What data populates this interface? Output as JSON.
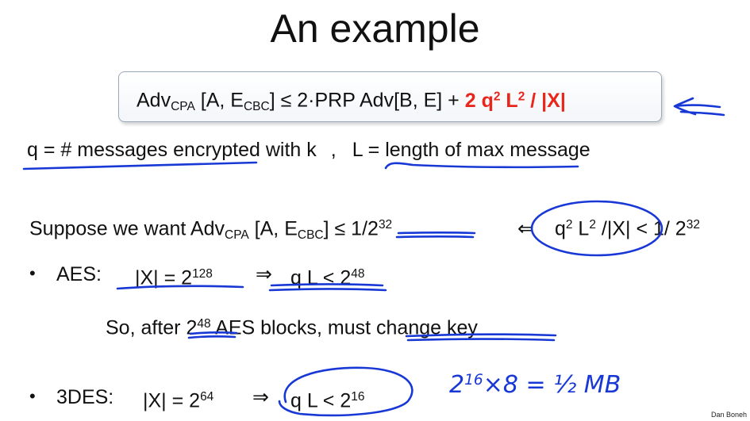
{
  "slide": {
    "title": "An example",
    "formula": {
      "adv": "Adv",
      "cpa": "CPA",
      "bracket_open": " [A, E",
      "cbc": "CBC",
      "bracket_close": "] ≤  2·PRP Adv[B, E]  +  ",
      "bound_q": "2 q",
      "exp_2a": "2",
      "bound_l": " L",
      "exp_2b": "2",
      "bound_x": " / |X|"
    },
    "definitions": {
      "q_def": "q = # messages encrypted with k",
      "sep": ",",
      "l_def": "L = length of max message"
    },
    "suppose": {
      "lead": "Suppose we want   Adv",
      "cpa": "CPA",
      "bracket_open": " [A, E",
      "cbc": "CBC",
      "bracket_close": "] ≤ ",
      "target": "1/2",
      "target_exp": "32",
      "implies": "⇐",
      "rhs_q": "q",
      "rhs_q_exp": "2",
      "rhs_l": " L",
      "rhs_l_exp": "2",
      "rhs_tail": " /|X| < 1/ 2",
      "rhs_exp": "32"
    },
    "aes": {
      "bullet": "•",
      "label": "AES:",
      "x_size": "|X| = 2",
      "x_exp": "128",
      "arrow": "⇒",
      "bound": "q L < 2",
      "bound_exp": "48"
    },
    "aes_note": {
      "text_a": "So, after ",
      "blocks": "2",
      "blocks_exp": "48",
      "text_b": " AES blocks, must change key"
    },
    "des": {
      "bullet": "•",
      "label": "3DES:",
      "x_size": "|X| = 2",
      "x_exp": "64",
      "arrow": "⇒",
      "bound": "q L < 2",
      "bound_exp": "16"
    },
    "handwritten": {
      "base": "2",
      "exp": "16",
      "expr": "×8 = ½ MB"
    },
    "credit": "Dan Boneh",
    "ink_color": "#1838d6",
    "accent_color": "#e8261b"
  }
}
